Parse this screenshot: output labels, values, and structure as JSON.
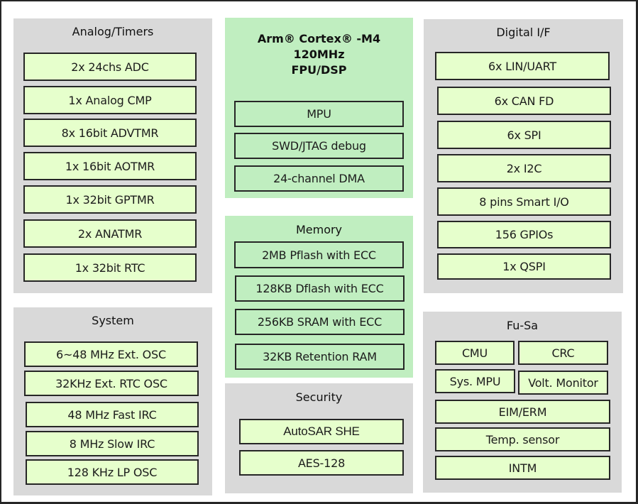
{
  "diagram": {
    "colors": {
      "panel_gray": "#d9d9d9",
      "panel_green": "#c0eec0",
      "block_fill": "#e6ffcc",
      "border": "#262626"
    },
    "analog_timers": {
      "title": "Analog/Timers",
      "items": [
        "2x 24chs ADC",
        "1x Analog CMP",
        "8x 16bit ADVTMR",
        "1x 16bit AOTMR",
        "1x 32bit GPTMR",
        "2x ANATMR",
        "1x 32bit RTC"
      ]
    },
    "core": {
      "title_lines": [
        "Arm® Cortex® -M4",
        "120MHz",
        "FPU/DSP"
      ],
      "items": [
        "MPU",
        "SWD/JTAG debug",
        "24-channel DMA"
      ]
    },
    "digital_if": {
      "title": "Digital I/F",
      "items": [
        "6x LIN/UART",
        "6x CAN FD",
        "6x SPI",
        "2x I2C",
        "8 pins Smart I/O",
        "156 GPIOs",
        "1x QSPI"
      ]
    },
    "memory": {
      "title": "Memory",
      "items": [
        "2MB Pflash with ECC",
        "128KB Dflash with ECC",
        "256KB SRAM with ECC",
        "32KB Retention RAM"
      ]
    },
    "system": {
      "title": "System",
      "items": [
        "6~48 MHz Ext. OSC",
        "32KHz Ext. RTC OSC",
        "48 MHz Fast IRC",
        "8 MHz Slow IRC",
        "128 KHz LP OSC"
      ]
    },
    "security": {
      "title": "Security",
      "items": [
        "AutoSAR SHE",
        "AES-128"
      ]
    },
    "fusa": {
      "title": "Fu-Sa",
      "items": [
        "CMU",
        "CRC",
        "Sys. MPU",
        "Volt. Monitor",
        "EIM/ERM",
        "Temp. sensor",
        "INTM"
      ]
    }
  }
}
